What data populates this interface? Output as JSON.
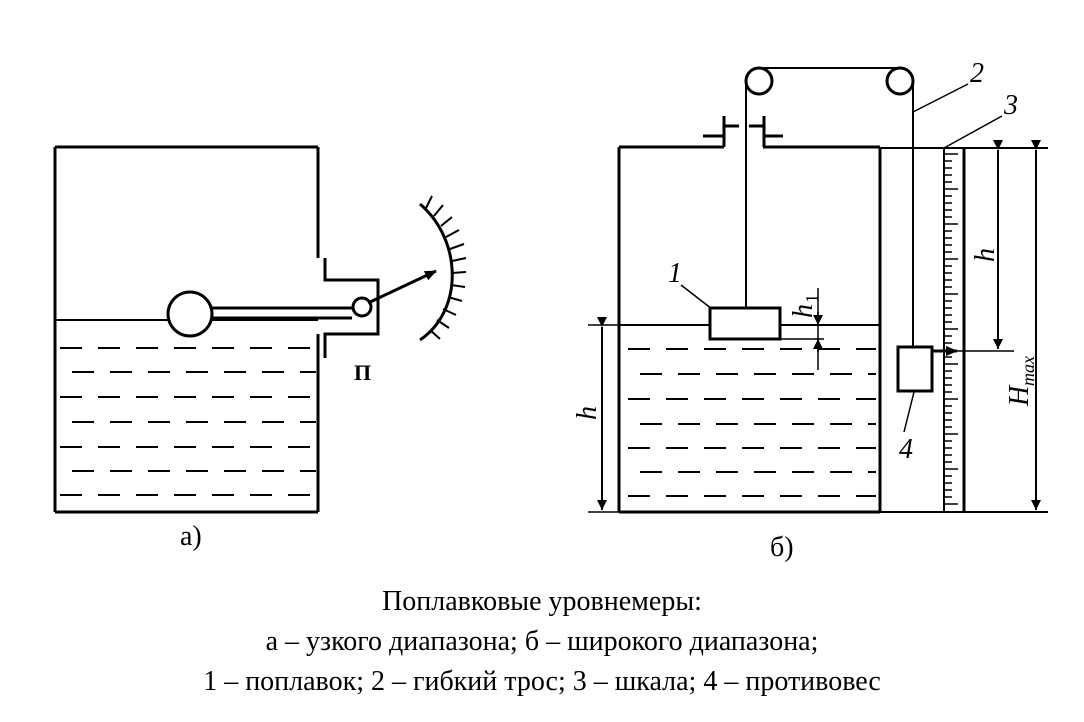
{
  "diagram": {
    "panel_a": {
      "label": "а)",
      "sensor_letter": "П"
    },
    "panel_b": {
      "label": "б)",
      "callouts": {
        "float": "1",
        "cable": "2",
        "scale": "3",
        "counterweight": "4"
      },
      "level_symbol": "h",
      "h1_symbol": "h",
      "h1_sub": "1",
      "hmax_symbol": "H",
      "hmax_sub": "max"
    }
  },
  "caption": {
    "title": "Поплавковые уровнемеры:",
    "line2": "а – узкого диапазона; б – широкого диапазона;",
    "line3": "1 – поплавок; 2 – гибкий трос; 3 – шкала; 4 – противовес"
  }
}
